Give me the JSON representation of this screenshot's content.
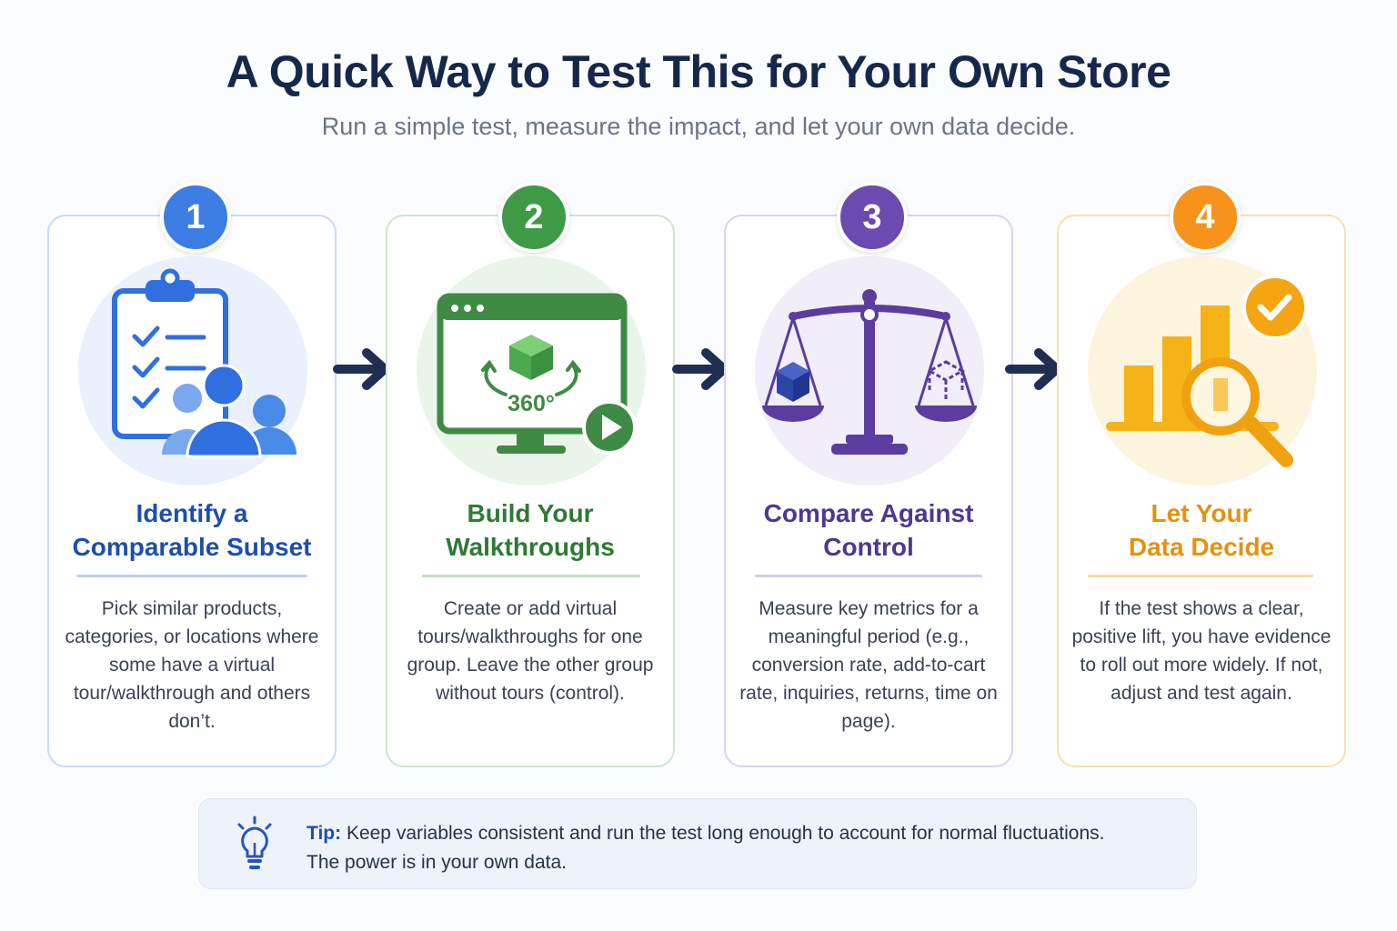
{
  "header": {
    "title": "A Quick Way to Test This for Your Own Store",
    "subtitle": "Run a simple test, measure the impact, and let your own data decide."
  },
  "steps": [
    {
      "number": "1",
      "title_line1": "Identify a",
      "title_line2": "Comparable Subset",
      "body": "Pick similar products, categories, or locations where some have a virtual tour/walkthrough and others don’t.",
      "color": "#3b7de3",
      "icon": "clipboard-people-icon"
    },
    {
      "number": "2",
      "title_line1": "Build Your",
      "title_line2": "Walkthroughs",
      "body": "Create or add virtual tours/walkthroughs for one group. Leave the other group without tours (control).",
      "color": "#3f9a46",
      "icon": "monitor-360-icon",
      "icon_text": "360°"
    },
    {
      "number": "3",
      "title_line1": "Compare Against",
      "title_line2": "Control",
      "body": "Measure key metrics for a meaningful period (e.g., conversion rate, add-to-cart rate, inquiries, returns, time on page).",
      "color": "#6b4bb0",
      "icon": "balance-scale-icon"
    },
    {
      "number": "4",
      "title_line1": "Let Your",
      "title_line2": "Data Decide",
      "body": "If the test shows a clear, positive lift, you have evidence to roll out more widely. If not, adjust and test again.",
      "color": "#f2a516",
      "icon": "bar-chart-magnifier-icon"
    }
  ],
  "tip": {
    "label": "Tip:",
    "line1": " Keep variables consistent and run the test long enough to account for normal fluctuations.",
    "line2": "The power is in your own data.",
    "icon": "lightbulb-icon"
  }
}
